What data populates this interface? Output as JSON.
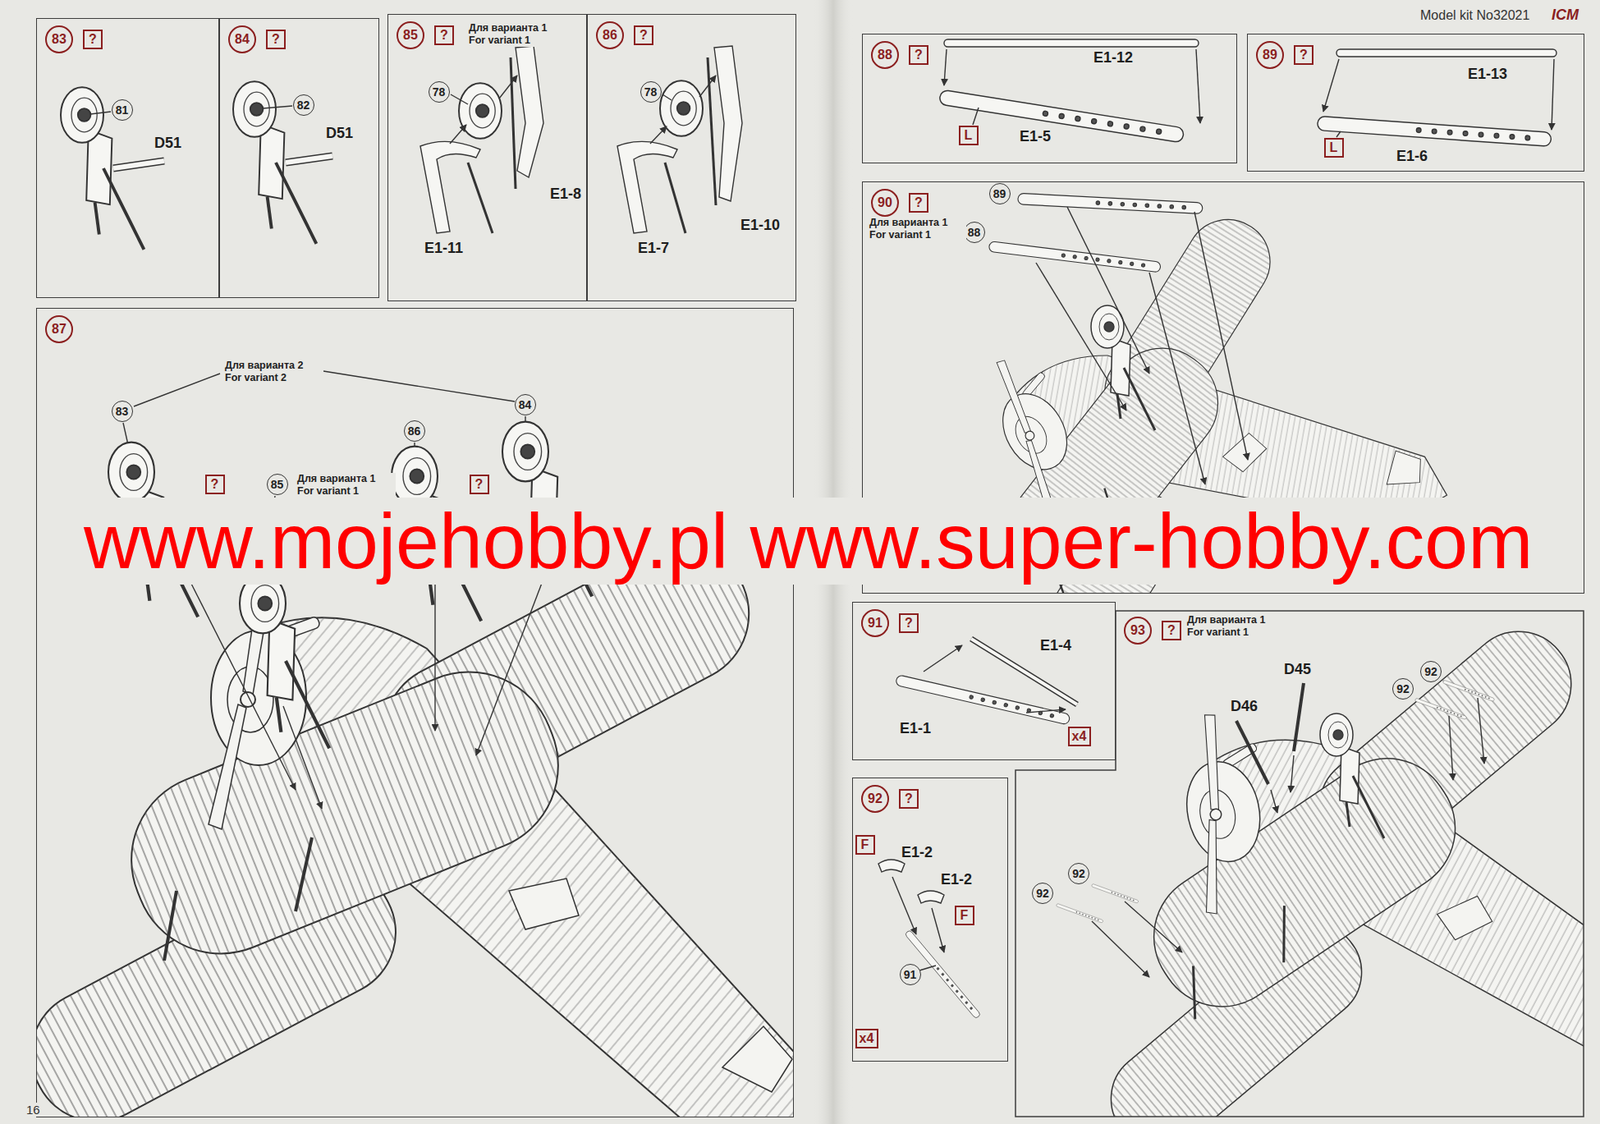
{
  "diagram": {
    "nodes": [
      {
        "text": [
          "83"
        ]
      },
      {
        "text": [
          "?"
        ],
        "in": 0
      },
      {
        "text": [
          "81"
        ],
        "in": 0
      },
      {
        "text": [
          "84"
        ]
      },
      {
        "text": [
          "?"
        ],
        "in": 3
      },
      {
        "text": [
          "82"
        ],
        "in": 3
      },
      {
        "text": [
          "85",
          "Для варианта 1 For variant 1"
        ]
      },
      {
        "text": [
          "?"
        ],
        "in": 6
      },
      {
        "text": [
          "78"
        ],
        "in": 6
      },
      {
        "text": [
          "86"
        ]
      },
      {
        "text": [
          "?"
        ],
        "in": 9
      },
      {
        "text": [
          "78"
        ],
        "in": 9
      },
      {
        "text": [
          "87"
        ]
      },
      {
        "text": [
          "83"
        ],
        "in": 12
      },
      {
        "text": [
          "86"
        ],
        "in": 12
      },
      {
        "text": [
          "84"
        ],
        "in": 12
      },
      {
        "text": [
          "85"
        ],
        "in": 12
      },
      {
        "text": [
          "?"
        ],
        "in": 12
      },
      {
        "text": [
          "?"
        ],
        "in": 12
      },
      {
        "text": [
          "88"
        ]
      },
      {
        "text": [
          "?"
        ],
        "in": 19
      },
      {
        "text": [
          "L"
        ],
        "in": 19
      },
      {
        "text": [
          "89"
        ]
      },
      {
        "text": [
          "?"
        ],
        "in": 22
      },
      {
        "text": [
          "L"
        ],
        "in": 22
      },
      {
        "text": [
          "90",
          "Для варианта 1 For variant 1"
        ]
      },
      {
        "text": [
          "?"
        ],
        "in": 25
      },
      {
        "text": [
          "89"
        ],
        "in": 25
      },
      {
        "text": [
          "88"
        ],
        "in": 25
      },
      {
        "text": [
          "91"
        ]
      },
      {
        "text": [
          "?"
        ],
        "in": 29
      },
      {
        "text": [
          "x4"
        ],
        "in": 29
      },
      {
        "text": [
          "92"
        ]
      },
      {
        "text": [
          "?"
        ],
        "in": 32
      },
      {
        "text": [
          "F"
        ],
        "in": 32
      },
      {
        "text": [
          "F"
        ],
        "in": 32
      },
      {
        "text": [
          "91"
        ],
        "in": 32
      },
      {
        "text": [
          "x4"
        ],
        "in": 32
      },
      {
        "text": [
          "93",
          "Для варианта 1 For variant 1"
        ]
      },
      {
        "text": [
          "?"
        ],
        "in": 38
      },
      {
        "text": [
          "92"
        ],
        "in": 38
      },
      {
        "text": [
          "92"
        ],
        "in": 38
      },
      {
        "text": [
          "92"
        ],
        "in": 38
      },
      {
        "text": [
          "92"
        ],
        "in": 38
      }
    ],
    "labels": [
      "Model kit No32021",
      "ICM",
      "D51",
      "D51",
      "E1-8",
      "E1-11",
      "E1-10",
      "E1-7",
      "Для варианта 2 For variant 2",
      "Для варианта 1 For variant 1",
      "E1-12",
      "E1-5",
      "E1-13",
      "E1-6",
      "E1-4",
      "E1-1",
      "E1-2",
      "E1-2",
      "D45",
      "D46",
      "www.mojehobby.pl www.super-hobby.com",
      "16"
    ]
  }
}
